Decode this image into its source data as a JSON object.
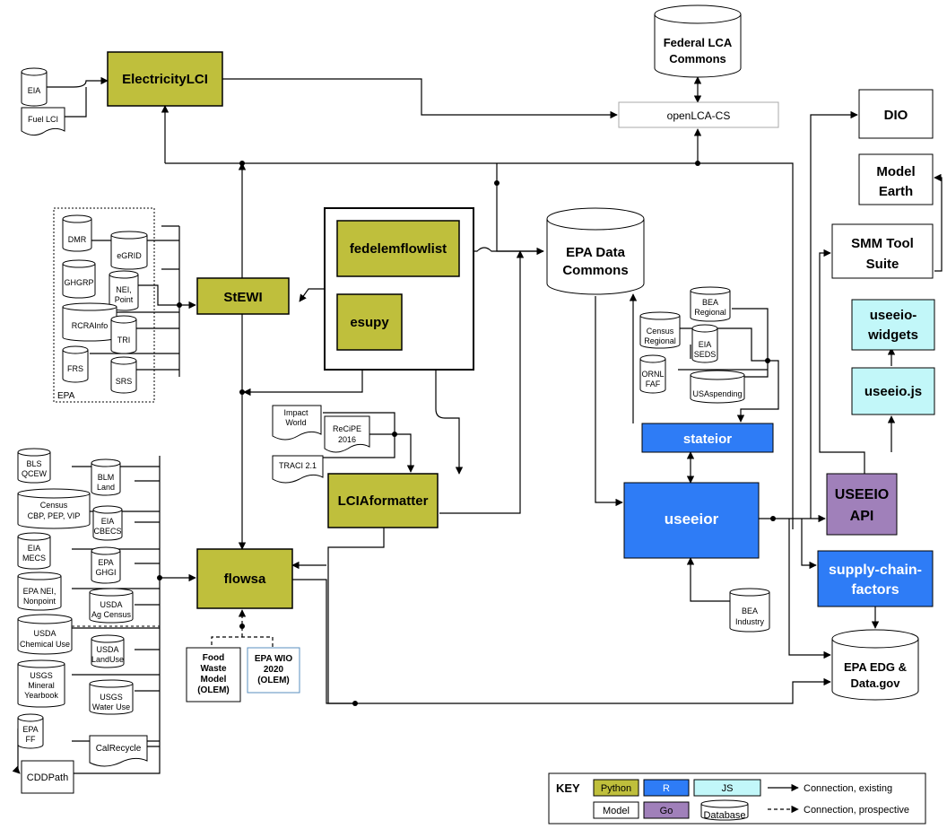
{
  "python": {
    "electricity_lci": "ElectricityLCI",
    "stewi": "StEWI",
    "fedelemflowlist": "fedelemflowlist",
    "esupy": "esupy",
    "lciaformatter": "LCIAformatter",
    "flowsa": "flowsa"
  },
  "r": {
    "stateior": "stateior",
    "useeior": "useeior",
    "supply_chain_factors_1": "supply-chain-",
    "supply_chain_factors_2": "factors"
  },
  "js": {
    "useeio_widgets_1": "useeio-",
    "useeio_widgets_2": "widgets",
    "useeio_js": "useeio.js"
  },
  "go": {
    "useeio_api_1": "USEEIO",
    "useeio_api_2": "API"
  },
  "models": {
    "openlca_cs": "openLCA-CS",
    "dio": "DIO",
    "model_earth_1": "Model",
    "model_earth_2": "Earth",
    "smm_1": "SMM Tool",
    "smm_2": "Suite",
    "cddpath": "CDDPath",
    "food_waste_1": "Food",
    "food_waste_2": "Waste",
    "food_waste_3": "Model",
    "food_waste_4": "(OLEM)",
    "epa_wio_1": "EPA WIO",
    "epa_wio_2": "2020",
    "epa_wio_3": "(OLEM)"
  },
  "databases": {
    "federal_lca_1": "Federal LCA",
    "federal_lca_2": "Commons",
    "epa_data_1": "EPA Data",
    "epa_data_2": "Commons",
    "epa_edg_1": "EPA EDG &",
    "epa_edg_2": "Data.gov",
    "eia": "EIA",
    "dmr": "DMR",
    "egrid": "eGRID",
    "ghgrp": "GHGRP",
    "nei_point_1": "NEI,",
    "nei_point_2": "Point",
    "rcrainfo": "RCRAInfo",
    "tri": "TRI",
    "frs": "FRS",
    "srs": "SRS",
    "bea_regional_1": "BEA",
    "bea_regional_2": "Regional",
    "census_regional_1": "Census",
    "census_regional_2": "Regional",
    "eia_seds_1": "EIA",
    "eia_seds_2": "SEDS",
    "ornl_faf_1": "ORNL",
    "ornl_faf_2": "FAF",
    "usaspending": "USAspending",
    "bea_industry_1": "BEA",
    "bea_industry_2": "Industry",
    "bls_qcew_1": "BLS",
    "bls_qcew_2": "QCEW",
    "blm_land_1": "BLM",
    "blm_land_2": "Land",
    "census_cbp_1": "Census",
    "census_cbp_2": "CBP, PEP, VIP",
    "eia_cbecs_1": "EIA",
    "eia_cbecs_2": "CBECS",
    "eia_mecs_1": "EIA",
    "eia_mecs_2": "MECS",
    "epa_ghgi_1": "EPA",
    "epa_ghgi_2": "GHGI",
    "epa_nei_np_1": "EPA NEI,",
    "epa_nei_np_2": "Nonpoint",
    "usda_ag_1": "USDA",
    "usda_ag_2": "Ag Census",
    "usda_chem_1": "USDA",
    "usda_chem_2": "Chemical Use",
    "usda_landuse_1": "USDA",
    "usda_landuse_2": "LandUse",
    "usgs_mineral_1": "USGS",
    "usgs_mineral_2": "Mineral",
    "usgs_mineral_3": "Yearbook",
    "usgs_water_1": "USGS",
    "usgs_water_2": "Water Use",
    "epa_ff_1": "EPA",
    "epa_ff_2": "FF"
  },
  "documents": {
    "fuel_lci": "Fuel LCI",
    "impact_world_1": "Impact",
    "impact_world_2": "World",
    "recipe_1": "ReCiPE",
    "recipe_2": "2016",
    "traci": "TRACI 2.1",
    "calrecycle": "CalRecycle"
  },
  "group_label": "EPA",
  "key": {
    "title": "KEY",
    "python": "Python",
    "r": "R",
    "js": "JS",
    "model": "Model",
    "go": "Go",
    "database": "Database",
    "existing": "Connection, existing",
    "prospective": "Connection, prospective"
  },
  "colors": {
    "python": "#bfbf3c",
    "r": "#2e7cf6",
    "js": "#c2f7f9",
    "go": "#a080ba",
    "line": "#000000"
  }
}
